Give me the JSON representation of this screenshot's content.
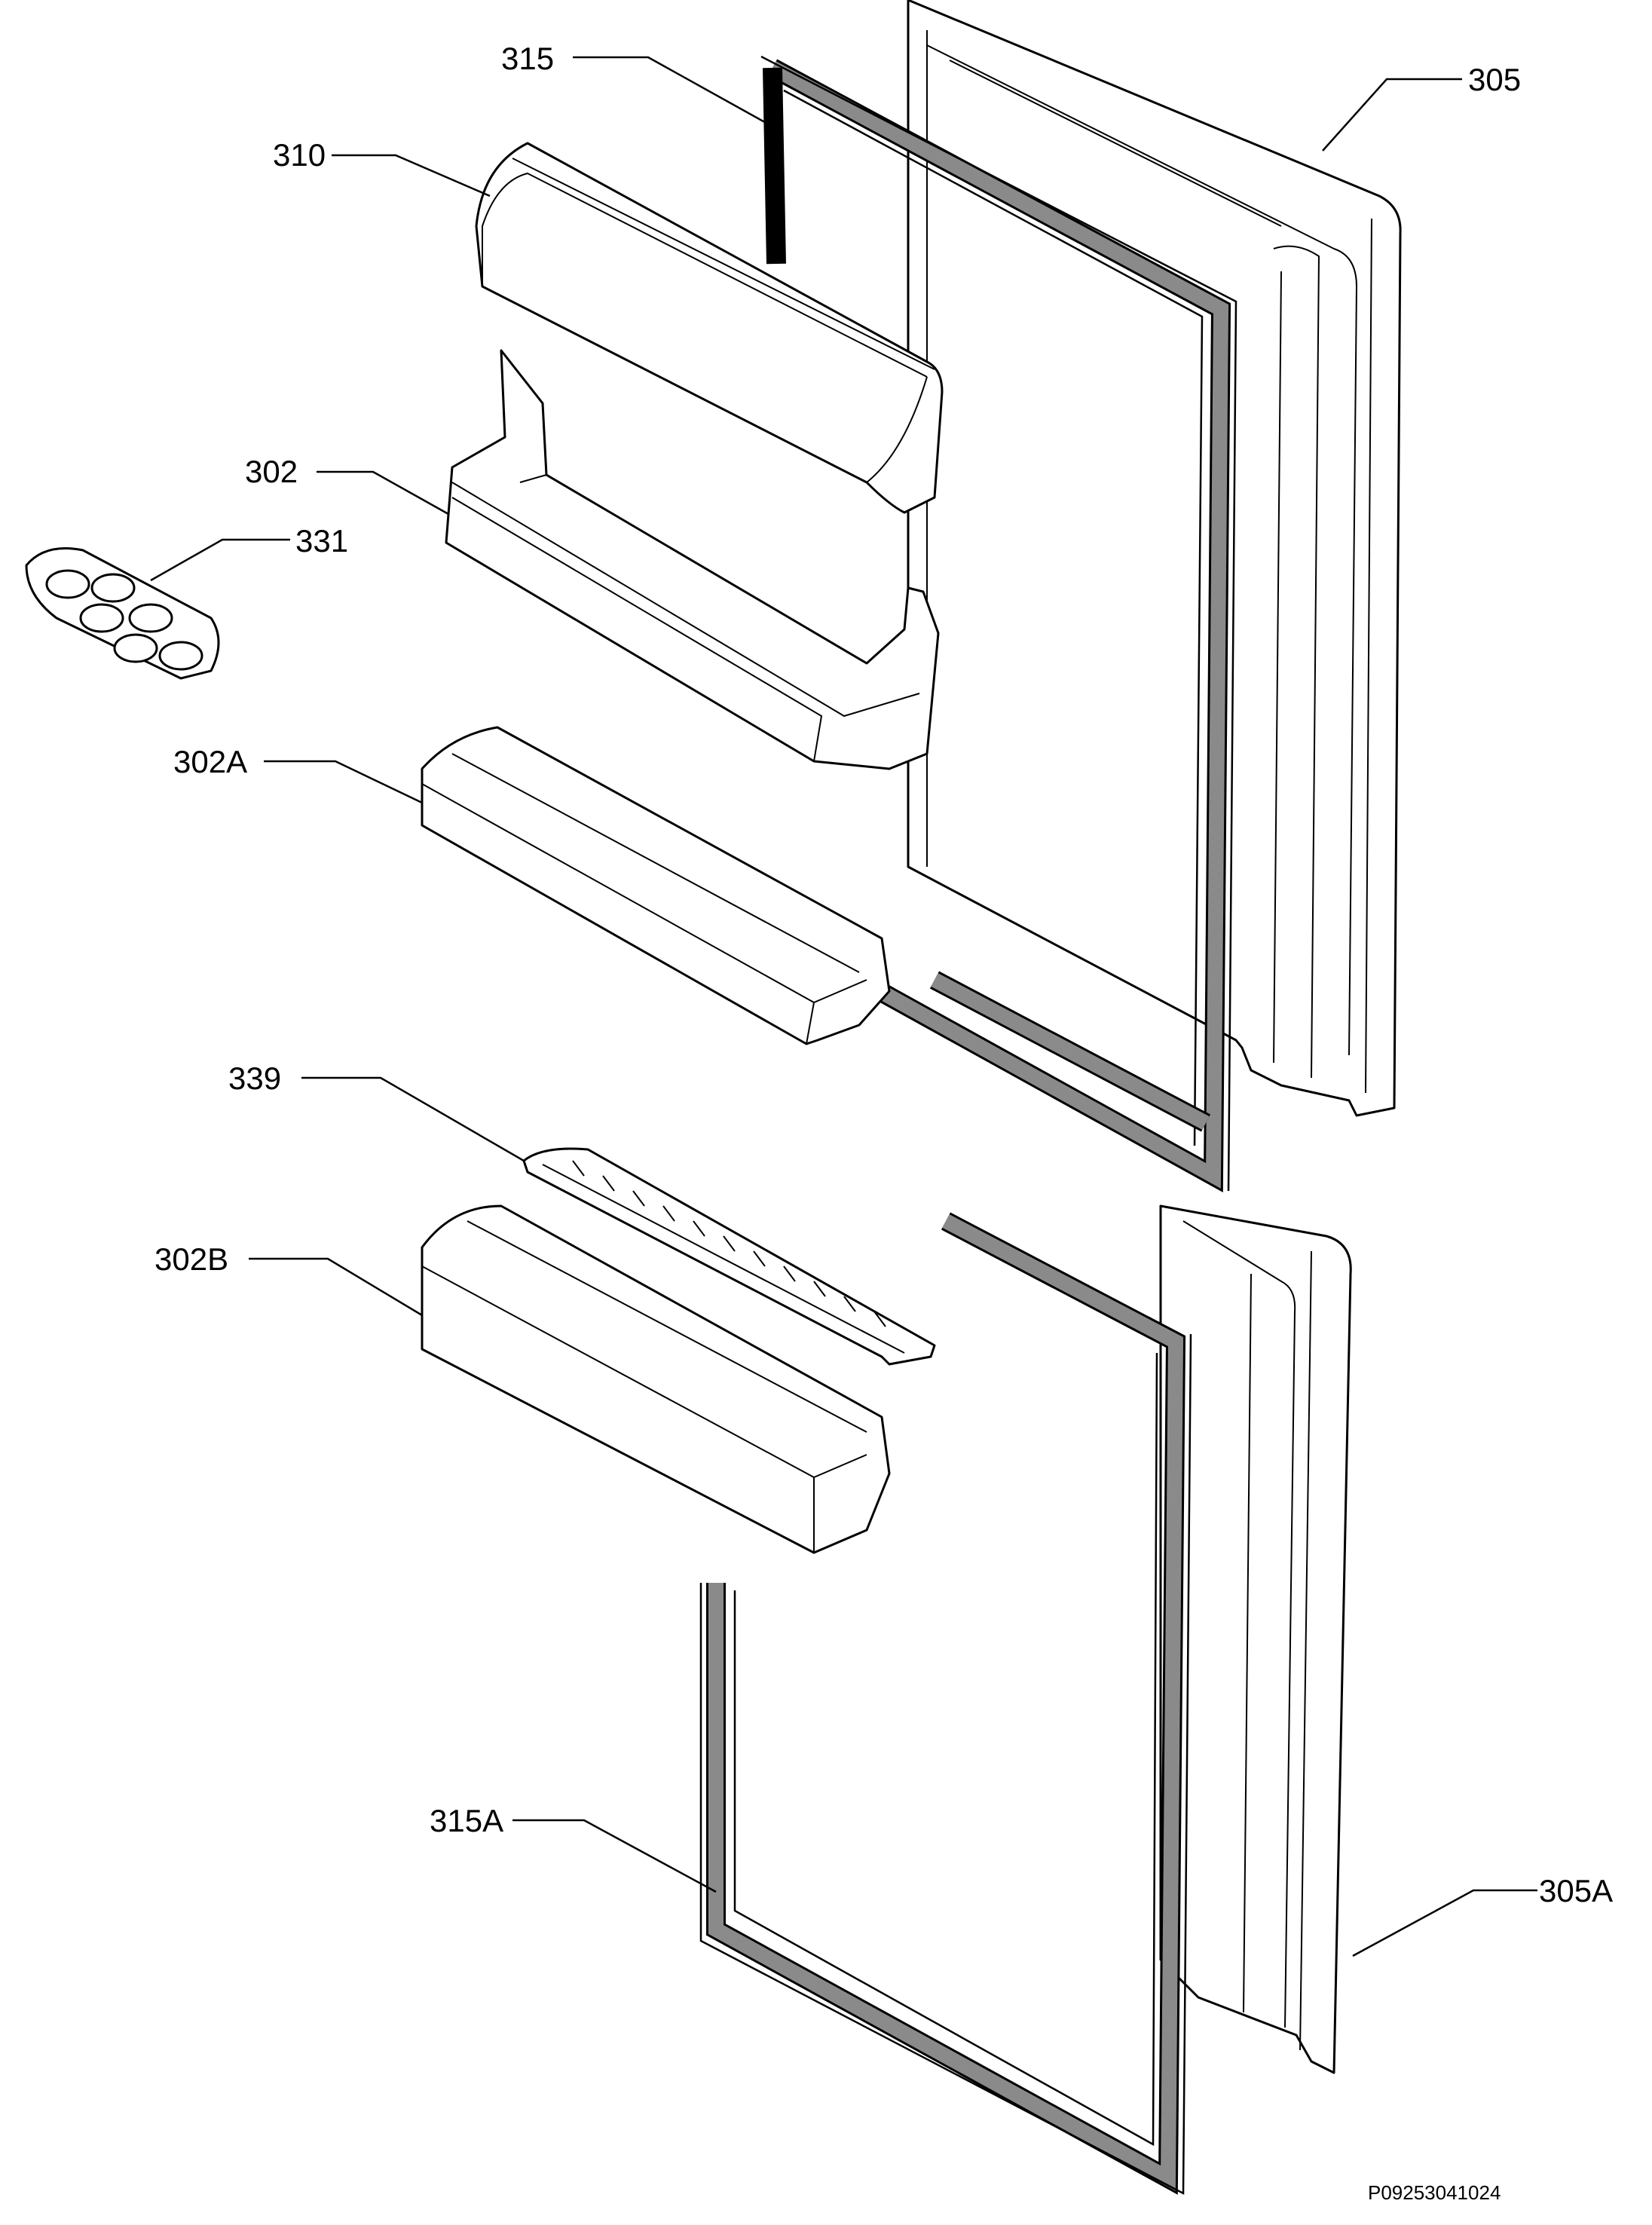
{
  "diagram": {
    "callouts": [
      {
        "id": "315",
        "label": "315"
      },
      {
        "id": "305",
        "label": "305"
      },
      {
        "id": "310",
        "label": "310"
      },
      {
        "id": "302",
        "label": "302"
      },
      {
        "id": "331",
        "label": "331"
      },
      {
        "id": "302a",
        "label": "302A"
      },
      {
        "id": "339",
        "label": "339"
      },
      {
        "id": "302b",
        "label": "302B"
      },
      {
        "id": "315a",
        "label": "315A"
      },
      {
        "id": "305a",
        "label": "305A"
      }
    ],
    "drawing_code": "P09253041024"
  }
}
